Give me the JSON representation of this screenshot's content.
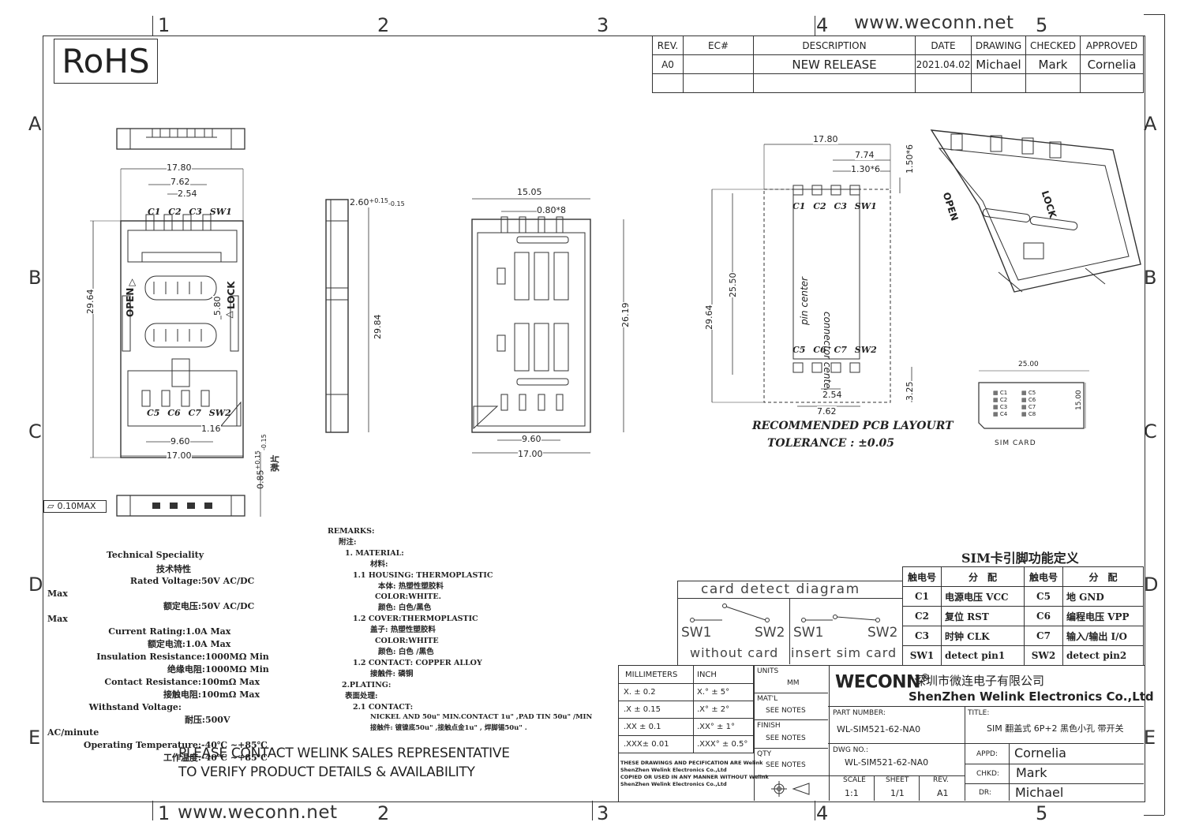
{
  "website": "www.weconn.net",
  "rohs": "RoHS",
  "zones": {
    "cols": [
      "1",
      "2",
      "3",
      "4",
      "5"
    ],
    "rows": [
      "A",
      "B",
      "C",
      "D",
      "E"
    ]
  },
  "revision_table": {
    "headers": [
      "REV.",
      "EC#",
      "DESCRIPTION",
      "DATE",
      "DRAWING",
      "CHECKED",
      "APPROVED"
    ],
    "rows": [
      [
        "A0",
        "",
        "NEW RELEASE",
        "2021.04.02",
        "Michael",
        "Mark",
        "Cornelia"
      ]
    ]
  },
  "views": {
    "top_strip": {},
    "top_view": {
      "dims": {
        "overall_width": "17.80",
        "pitch_outer": "7.62",
        "pitch_inner": "2.54",
        "height": "29.64",
        "slot": "5.80",
        "bottom_pitch": "9.60",
        "bottom_width": "17.00",
        "offset": "1.16"
      },
      "pins_top": [
        "C1",
        "C2",
        "C3",
        "SW1"
      ],
      "pins_bottom": [
        "C5",
        "C6",
        "C7",
        "SW2"
      ],
      "open_label": "OPEN",
      "lock_label": "LOCK"
    },
    "side_view": {
      "thickness": "2.60",
      "tol_plus": "+0.15",
      "tol_minus": "-0.15",
      "length": "29.84"
    },
    "spring": {
      "value": "0.85",
      "tol_plus": "+0.15",
      "tol_minus": "-0.15",
      "note": "弹片"
    },
    "flatness": "0.10MAX",
    "bottom_view": {
      "width": "15.05",
      "pitch": "0.80*8",
      "height": "26.19",
      "pitch_bottom": "9.60",
      "width_bottom": "17.00"
    },
    "pcb_layout": {
      "dims": {
        "width": "17.80",
        "d1": "7.74",
        "d2": "1.30*6",
        "d3": "1.50*6",
        "height": "29.64",
        "inner": "25.50",
        "pitch_inner": "2.54",
        "pitch_outer": "7.62",
        "pad": "3.25"
      },
      "pins_top": [
        "C1",
        "C2",
        "C3",
        "SW1"
      ],
      "pins_bottom": [
        "C5",
        "C6",
        "C7",
        "SW2"
      ],
      "pin_center": "pin center",
      "connector_center": "connector center",
      "title": "RECOMMENDED PCB LAYOURT",
      "tolerance": "TOLERANCE : ±0.05"
    },
    "sim_card": {
      "width": "25.00",
      "height": "15.00",
      "label": "SIM CARD",
      "contacts": [
        "C1",
        "C2",
        "C3",
        "C4",
        "C5",
        "C6",
        "C7",
        "C8"
      ]
    },
    "iso": {
      "open": "OPEN",
      "lock": "LOCK"
    }
  },
  "technical": {
    "title": "Technical Speciality",
    "title_cn": "技术特性",
    "lines": [
      {
        "k": "Rated Voltage:",
        "v": "50V AC/DC Max"
      },
      {
        "k": "额定电压:",
        "v": "50V AC/DC Max"
      },
      {
        "k": "Current Rating:",
        "v": "1.0A Max"
      },
      {
        "k": "额定电流:",
        "v": "1.0A Max"
      },
      {
        "k": "Insulation Resistance:",
        "v": "1000MΩ  Min"
      },
      {
        "k": "绝缘电阻:",
        "v": "1000MΩ  Min"
      },
      {
        "k": "Contact Resistance:",
        "v": "100mΩ  Max"
      },
      {
        "k": "接触电阻:",
        "v": "100mΩ  Max"
      },
      {
        "k": "Withstand Voltage:",
        "v": ""
      },
      {
        "k": "耐压:",
        "v": "500V AC/minute"
      },
      {
        "k": "Operating Temperature:",
        "v": "-40℃ ~+85℃"
      },
      {
        "k": "工作温度:",
        "v": "-40℃ ~+85℃"
      }
    ]
  },
  "remarks": {
    "lines": [
      "REMARKS:",
      "附注:",
      "1. MATERIAL:",
      "材料:",
      "1.1 HOUSING:  THERMOPLASTIC",
      "本体: 热塑性塑胶料",
      "COLOR:WHITE.",
      "颜色: 白色/黑色",
      "1.2 COVER:THERMOPLASTIC",
      "盖子: 热塑性塑胶料",
      "COLOR:WHITE",
      "颜色: 白色 /黑色",
      "1.2 CONTACT: COPPER ALLOY",
      "接触件: 磷铜",
      "2.PLATING:",
      "表面处理:",
      "2.1 CONTACT:",
      "NICKEL  AND 50u\" MIN.CONTACT 1u\" ,PAD TIN 50u\" /MIN",
      "接触件: 镀镍底50u\" ,接触点金1u\" , 焊脚锡50u\" ."
    ]
  },
  "contact_notice": [
    "PLEASE CONTACT WELINK SALES REPRESENTATIVE",
    "TO VERIFY PRODUCT DETAILS & AVAILABILITY"
  ],
  "pin_table": {
    "title": "SIM卡引脚功能定义",
    "headers": [
      "触电号",
      "分　配",
      "触电号",
      "分　配"
    ],
    "rows": [
      [
        "C1",
        "电源电压 VCC",
        "C5",
        "地 GND"
      ],
      [
        "C2",
        "复位 RST",
        "C6",
        "编程电压 VPP"
      ],
      [
        "C3",
        "时钟 CLK",
        "C7",
        "输入/输出 I/O"
      ],
      [
        "SW1",
        "detect pin1",
        "SW2",
        "detect pin2"
      ]
    ]
  },
  "card_detect": {
    "title": "card detect diagram",
    "left": {
      "sw1": "SW1",
      "sw2": "SW2",
      "caption": "without card"
    },
    "right": {
      "sw1": "SW1",
      "sw2": "SW2",
      "caption": "insert sim card"
    }
  },
  "tolerance_table": {
    "headers": [
      "MILLIMETERS",
      "INCH"
    ],
    "rows": [
      [
        "X.   ± 0.2",
        "X.°   ± 5°"
      ],
      [
        ".X   ± 0.15",
        ".X°   ± 2°"
      ],
      [
        ".XX  ± 0.1",
        ".XX°   ± 1°"
      ],
      [
        ".XXX± 0.01",
        ".XXX° ± 0.5°"
      ]
    ],
    "units_label": "UNITS",
    "units": "MM",
    "matl_label": "MAT'L",
    "matl": "SEE NOTES",
    "finish_label": "FINISH",
    "finish": "SEE NOTES",
    "qty_label": "QTY",
    "qty": "SEE NOTES",
    "disclaimer": [
      "THESE DRAWINGS AND PECIFICATION  ARE Welink",
      "ShenZhen Welink Electronics Co.,Ltd",
      "COPIED OR USED IN ANY MANNER WITHOUT Welink",
      "ShenZhen Welink Electronics Co.,Ltd"
    ]
  },
  "title_block": {
    "brand": "WECONN",
    "reg": "®",
    "company_cn": "深圳市微连电子有限公司",
    "company_en": "ShenZhen Welink Electronics Co.,Ltd",
    "part_label": "PART NUMBER:",
    "part": "WL-SIM521-62-NA0",
    "title_label": "TITLE:",
    "title": "SIM 翻盖式 6P+2 黑色小孔 带开关",
    "dwg_label": "DWG NO.:",
    "dwg": "WL-SIM521-62-NA0",
    "scale_label": "SCALE",
    "scale": "1:1",
    "sheet_label": "SHEET",
    "sheet": "1/1",
    "rev_label": "REV.",
    "rev": "A1",
    "appd_label": "APPD:",
    "appd": "Cornelia",
    "chkd_label": "CHKD:",
    "chkd": "Mark",
    "dr_label": "DR:",
    "dr": "Michael"
  }
}
